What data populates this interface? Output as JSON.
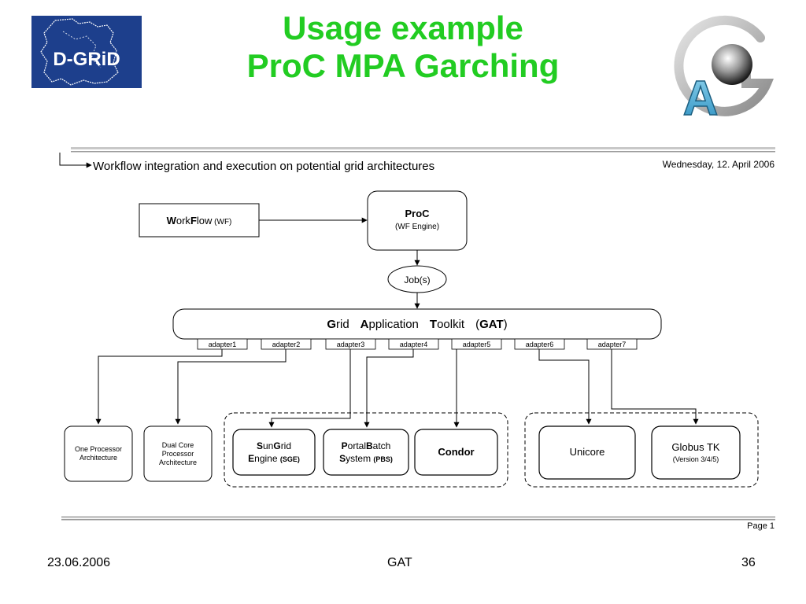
{
  "slide": {
    "title_line1": "Usage example",
    "title_line2": "ProC MPA Garching",
    "logo_left_text": "D-GRiD",
    "logo_right_text": "A"
  },
  "diagram": {
    "header_text": "Workflow integration  and execution on potential grid architectures",
    "header_date": "Wednesday, 12. April 2006",
    "workflow_box": {
      "bold": "W",
      "rest1": "ork",
      "bold2": "F",
      "rest2": "low",
      "suffix": " (WF)"
    },
    "proc_box": {
      "title": "ProC",
      "subtitle": "(WF Engine)"
    },
    "jobs_label": "Job(s)",
    "gat_bar": {
      "g_bold": "G",
      "g_rest": "rid",
      "a_bold": "A",
      "a_rest": "pplication",
      "t_bold": "T",
      "t_rest": "oolkit",
      "abbr_open": "(",
      "abbr": "GAT",
      "abbr_close": ")"
    },
    "adapters": [
      "adapter1",
      "adapter2",
      "adapter3",
      "adapter4",
      "adapter5",
      "adapter6",
      "adapter7"
    ],
    "targets": {
      "one_processor": [
        "One Processor",
        "Architecture"
      ],
      "dual_core": [
        "Dual Core",
        "Processor",
        "Architecture"
      ],
      "sungrid": {
        "line1_b1": "S",
        "line1_r1": "un",
        "line1_b2": "G",
        "line1_r2": "rid",
        "line2_b": "E",
        "line2_r": "ngine ",
        "line2_abbr": "(SGE)"
      },
      "portalbatch": {
        "line1_b1": "P",
        "line1_r1": "ortal",
        "line1_b2": "B",
        "line1_r2": "atch",
        "line2_b": "S",
        "line2_r": "ystem ",
        "line2_abbr": "(PBS)"
      },
      "condor": "Condor",
      "unicore": "Unicore",
      "globus": {
        "title": "Globus TK",
        "subtitle": "(Version 3/4/5)"
      }
    },
    "page_label": "Page 1"
  },
  "footer": {
    "date": "23.06.2006",
    "center": "GAT",
    "page_number": "36"
  },
  "colors": {
    "title_green": "#22cc22",
    "dgrid_blue": "#1d3f8c"
  }
}
